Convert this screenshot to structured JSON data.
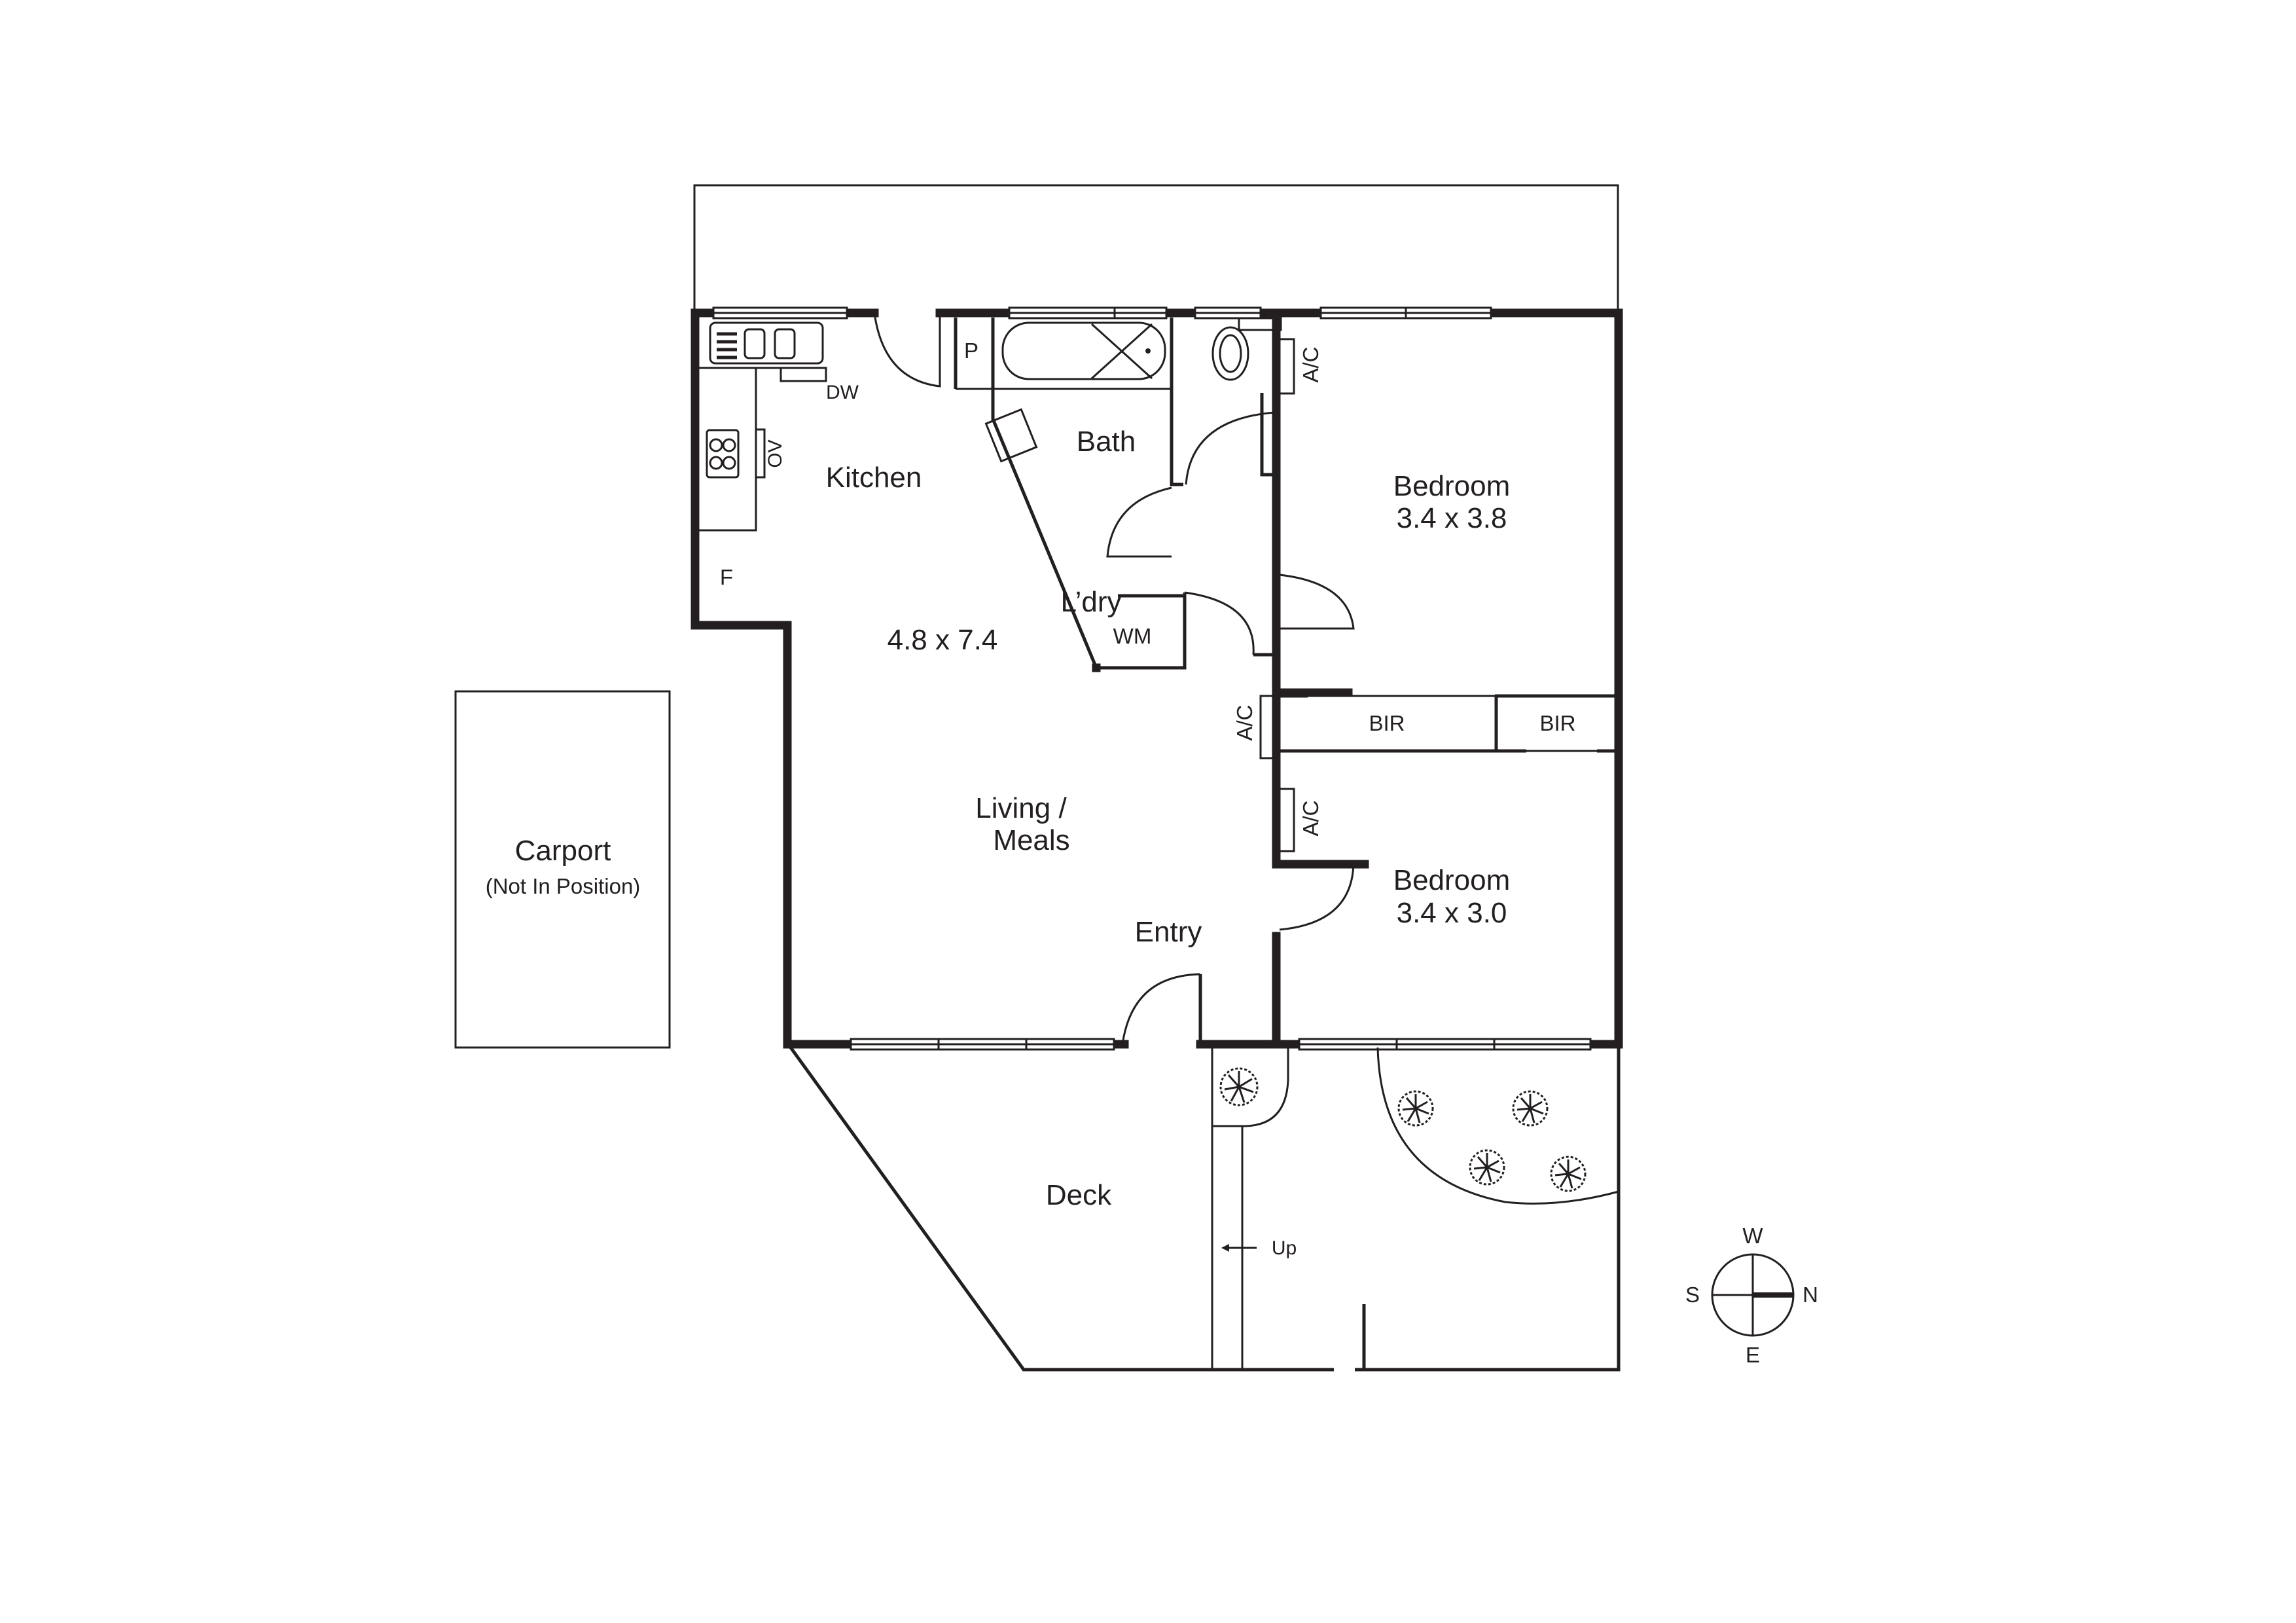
{
  "plan": {
    "rooms": {
      "kitchen": {
        "name": "Kitchen"
      },
      "living": {
        "name": "Living /",
        "name2": "Meals",
        "dims": "4.8 x 7.4"
      },
      "bath": {
        "name": "Bath"
      },
      "laundry": {
        "name": "L’dry",
        "appliance": "WM"
      },
      "bedroom1": {
        "name": "Bedroom",
        "dims": "3.4 x 3.8"
      },
      "bedroom2": {
        "name": "Bedroom",
        "dims": "3.4 x 3.0"
      },
      "bir1": {
        "name": "BIR"
      },
      "bir2": {
        "name": "BIR"
      },
      "entry": {
        "name": "Entry"
      },
      "deck": {
        "name": "Deck"
      },
      "carport": {
        "name": "Carport",
        "note": "(Not In Position)"
      }
    },
    "fixtures": {
      "dishwasher": "DW",
      "oven": "OV",
      "fridge": "F",
      "pantry": "P",
      "ac_bed1": "A/C",
      "ac_living": "A/C",
      "ac_bed2": "A/C",
      "stairs": "Up"
    },
    "compass": {
      "north": "N",
      "south": "S",
      "east": "E",
      "west": "W"
    },
    "colors": {
      "line": "#231f20",
      "background": "#ffffff"
    }
  }
}
